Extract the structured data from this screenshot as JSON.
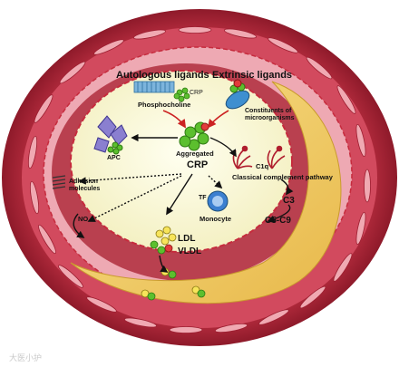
{
  "labels": {
    "autologous_ligands": "Autologous ligands",
    "extrinsic_ligands": "Extrinsic ligands",
    "crp_small": "CRP",
    "phosphocholine": "Phosphocholine",
    "constituents_line1": "Constituents of",
    "constituents_line2": "microorganisms",
    "apc": "APC",
    "aggregated": "Aggregated",
    "crp_big": "CRP",
    "c1q": "C1q",
    "classical_complement": "Classical complement pathway",
    "c3": "C3",
    "c5_c9": "C5-C9",
    "adhesion_line1": "Adhesion",
    "adhesion_line2": "molecules",
    "tf": "TF",
    "monocyte": "Monocyte",
    "no": "NO",
    "ldl": "LDL",
    "vldl": "VLDL"
  },
  "watermark": "大医小护",
  "colors": {
    "outer_wall": "#b8283a",
    "media": "#d45a6c",
    "intima": "#f0b9c0",
    "lumen": "#fbfadf",
    "plaque": "#f2d06b",
    "green_pentamer": "#5cbf2e",
    "arrow_red": "#cc2222"
  }
}
